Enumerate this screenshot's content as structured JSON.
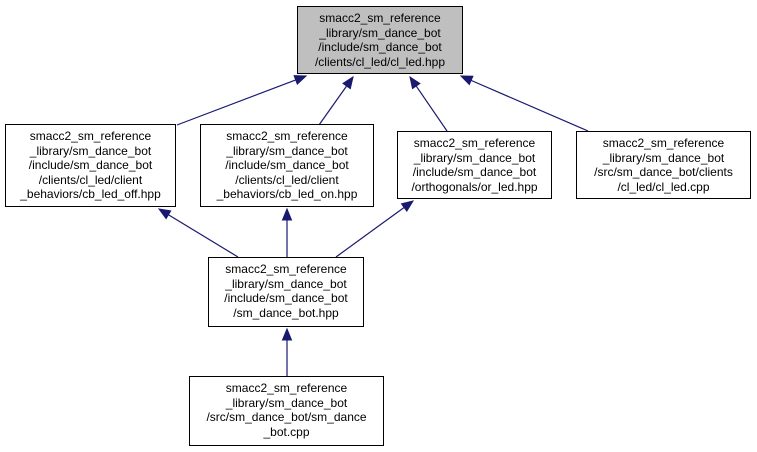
{
  "colors": {
    "edge": "#191970",
    "highlight_fill": "#bfbfbf",
    "node_fill": "#ffffff",
    "node_border": "#000000"
  },
  "nodes": {
    "cl_led_hpp": {
      "lines": [
        "smacc2_sm_reference",
        "_library/sm_dance_bot",
        "/include/sm_dance_bot",
        "/clients/cl_led/cl_led.hpp"
      ]
    },
    "cb_led_off_hpp": {
      "lines": [
        "smacc2_sm_reference",
        "_library/sm_dance_bot",
        "/include/sm_dance_bot",
        "/clients/cl_led/client",
        "_behaviors/cb_led_off.hpp"
      ]
    },
    "cb_led_on_hpp": {
      "lines": [
        "smacc2_sm_reference",
        "_library/sm_dance_bot",
        "/include/sm_dance_bot",
        "/clients/cl_led/client",
        "_behaviors/cb_led_on.hpp"
      ]
    },
    "or_led_hpp": {
      "lines": [
        "smacc2_sm_reference",
        "_library/sm_dance_bot",
        "/include/sm_dance_bot",
        "/orthogonals/or_led.hpp"
      ]
    },
    "cl_led_cpp": {
      "lines": [
        "smacc2_sm_reference",
        "_library/sm_dance_bot",
        "/src/sm_dance_bot/clients",
        "/cl_led/cl_led.cpp"
      ]
    },
    "sm_dance_bot_hpp": {
      "lines": [
        "smacc2_sm_reference",
        "_library/sm_dance_bot",
        "/include/sm_dance_bot",
        "/sm_dance_bot.hpp"
      ]
    },
    "sm_dance_bot_cpp": {
      "lines": [
        "smacc2_sm_reference",
        "_library/sm_dance_bot",
        "/src/sm_dance_bot/sm_dance",
        "_bot.cpp"
      ]
    }
  },
  "edges": [
    {
      "from": "cb_led_off_hpp",
      "to": "cl_led_hpp"
    },
    {
      "from": "cb_led_on_hpp",
      "to": "cl_led_hpp"
    },
    {
      "from": "or_led_hpp",
      "to": "cl_led_hpp"
    },
    {
      "from": "cl_led_cpp",
      "to": "cl_led_hpp"
    },
    {
      "from": "sm_dance_bot_hpp",
      "to": "cb_led_off_hpp"
    },
    {
      "from": "sm_dance_bot_hpp",
      "to": "cb_led_on_hpp"
    },
    {
      "from": "sm_dance_bot_hpp",
      "to": "or_led_hpp"
    },
    {
      "from": "sm_dance_bot_cpp",
      "to": "sm_dance_bot_hpp"
    }
  ]
}
